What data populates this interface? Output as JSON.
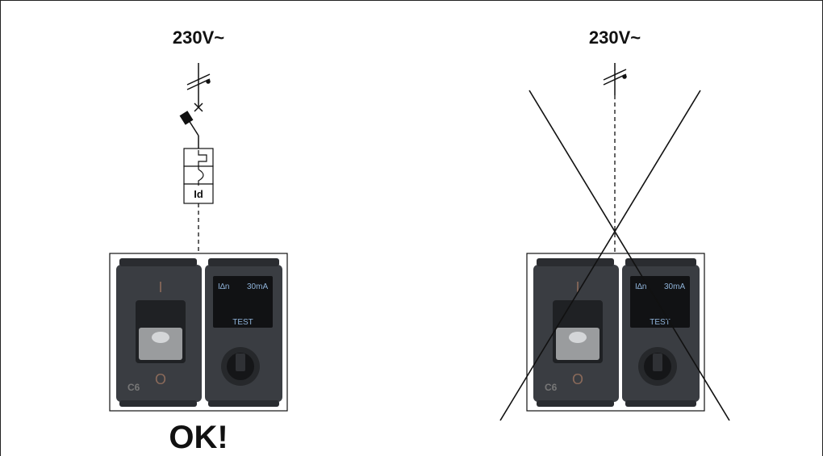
{
  "left_panel": {
    "voltage_label": "230V~",
    "rcd_symbol_label": "Id",
    "device": {
      "switch_on_mark": "I",
      "switch_off_mark": "O",
      "breaker_rating": "C6",
      "sensitivity_label": "I∆n",
      "sensitivity_value": "30mA",
      "test_label": "TEST"
    },
    "verdict_label": "OK!"
  },
  "right_panel": {
    "voltage_label": "230V~",
    "device": {
      "switch_on_mark": "I",
      "switch_off_mark": "O",
      "breaker_rating": "C6",
      "sensitivity_label": "I∆n",
      "sensitivity_value": "30mA",
      "test_label": "TEST"
    }
  },
  "colors": {
    "device_body": "#3a3d42",
    "device_dark": "#1f2124",
    "window_text": "#8fb3d9",
    "line": "#111111"
  }
}
